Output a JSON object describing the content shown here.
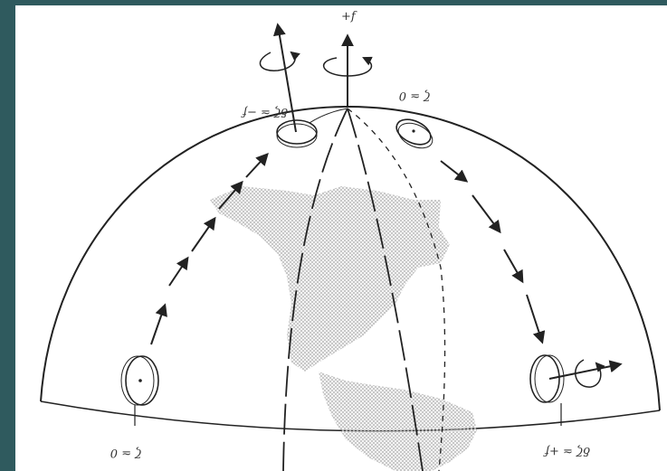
{
  "colors": {
    "slide_background": "#2f5a5e",
    "figure_background": "#ffffff",
    "ink": "#222222",
    "landmass_hatch": "#bdbdbd"
  },
  "labels": {
    "pole_axis": "+f",
    "left_top_disc": "δζ ≃ −f",
    "right_top_disc": "ζ ≃ 0",
    "bottom_left": "ζ ≃ 0",
    "bottom_right": "δζ ≃ +f"
  },
  "icons": [
    "rotation-arrow-icon",
    "rotation-arrow-icon",
    "rotation-arrow-icon"
  ]
}
